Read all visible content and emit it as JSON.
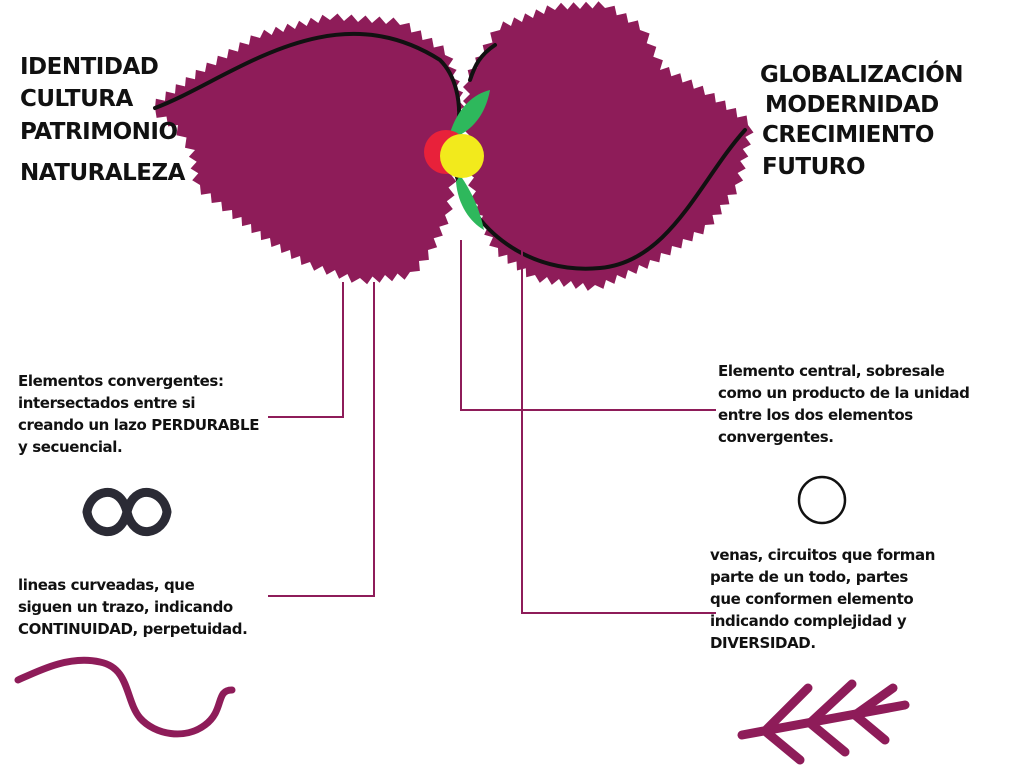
{
  "colors": {
    "leaf": "#8e1c59",
    "connector": "#8e1c59",
    "vein": "#111111",
    "sprout": "#2eb85c",
    "red_disc": "#e8213a",
    "yellow_disc": "#f2ea1c",
    "text": "#111111"
  },
  "left_words": [
    "IDENTIDAD",
    "CULTURA",
    "PATRIMONIO",
    "NATURALEZA"
  ],
  "right_words": [
    "GLOBALIZACIÓN",
    "MODERNIDAD",
    "CRECIMIENTO",
    "FUTURO"
  ],
  "descriptions": {
    "convergent": {
      "lines": [
        "Elementos convergentes:",
        "intersectados entre si",
        "creando un lazo PERDURABLE",
        "y secuencial."
      ],
      "icon": "infinity-icon"
    },
    "curved": {
      "lines": [
        "lineas curveadas, que",
        "siguen un trazo, indicando",
        "CONTINUIDAD, perpetuidad."
      ],
      "icon": "wavy-line-icon"
    },
    "central": {
      "lines": [
        "Elemento central, sobresale",
        "como un producto de la unidad",
        "entre los dos elementos",
        "convergentes."
      ],
      "icon": "circle-outline-icon"
    },
    "veins": {
      "lines": [
        "venas, circuitos que forman",
        "parte de un todo, partes",
        "que conformen elemento",
        "indicando complejidad y",
        "DIVERSIDAD."
      ],
      "icon": "branching-veins-icon"
    }
  }
}
